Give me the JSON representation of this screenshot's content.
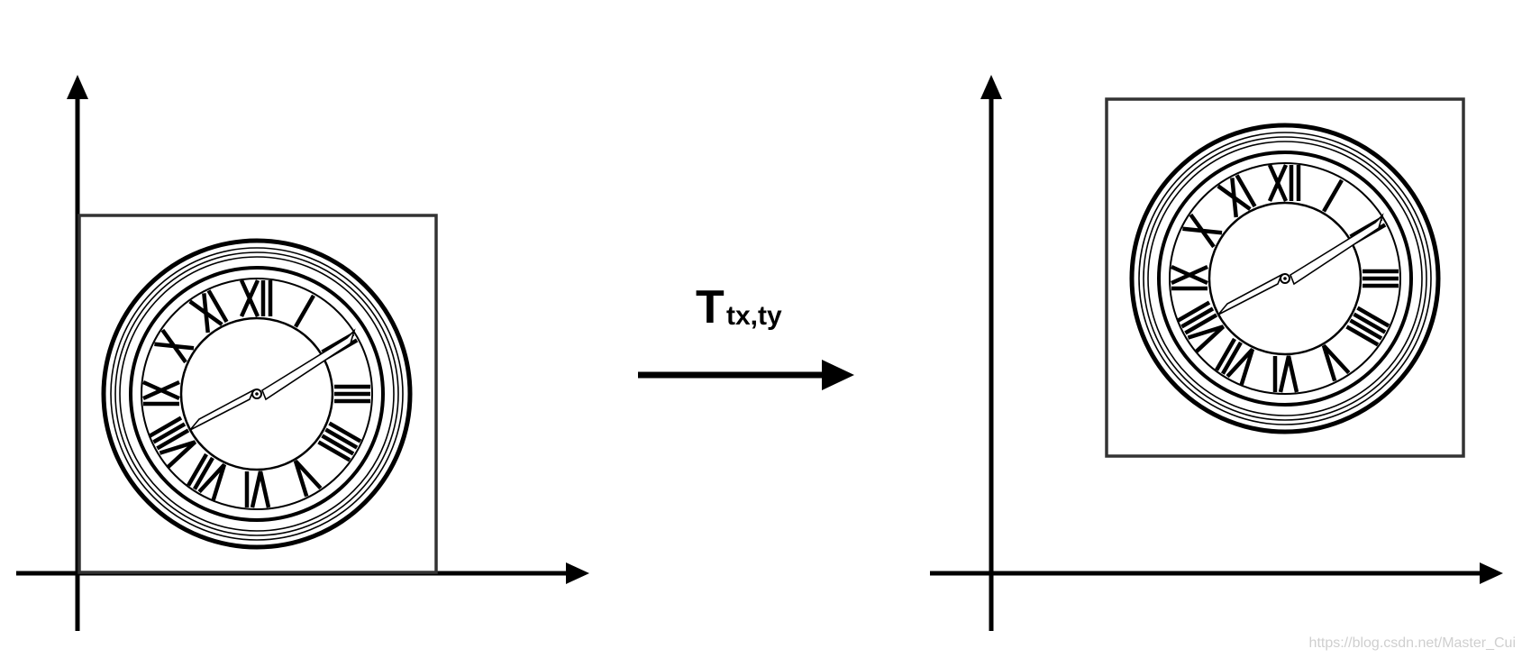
{
  "transform": {
    "symbol": "T",
    "subscript": "tx,ty"
  },
  "watermark": "https://blog.csdn.net/Master_Cui",
  "clock": {
    "numerals": [
      "XII",
      "I",
      "II",
      "III",
      "IIII",
      "V",
      "VI",
      "VII",
      "VIII",
      "IX",
      "X",
      "XI"
    ]
  },
  "colors": {
    "stroke": "#000000",
    "frame": "#333333"
  }
}
